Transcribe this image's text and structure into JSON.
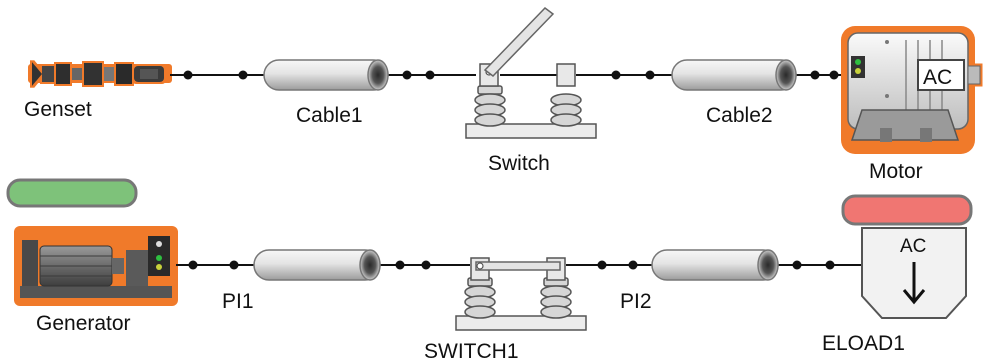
{
  "top_circuit": {
    "genset": {
      "label": "Genset"
    },
    "cable1": {
      "label": "Cable1"
    },
    "switch": {
      "label": "Switch",
      "state": "open"
    },
    "cable2": {
      "label": "Cable2"
    },
    "motor": {
      "label": "Motor",
      "badge": "AC"
    }
  },
  "bottom_circuit": {
    "generator": {
      "label": "Generator"
    },
    "pi1": {
      "label": "PI1"
    },
    "switch1": {
      "label": "SWITCH1",
      "state": "closed"
    },
    "pi2": {
      "label": "PI2"
    },
    "eload1": {
      "label": "ELOAD1",
      "badge": "AC"
    }
  },
  "indicators": {
    "left": {
      "color": "#7ec27a"
    },
    "right": {
      "color": "#f07672"
    }
  },
  "colors": {
    "wire": "#111111",
    "equipment_glow": "#f07a2a",
    "cable_body": "#e6e6e6"
  }
}
